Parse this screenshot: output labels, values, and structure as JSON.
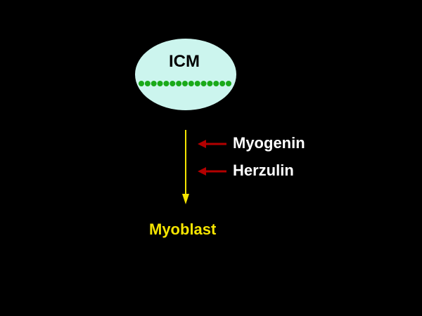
{
  "icm_label": "ICM",
  "regulators": [
    "Myogenin",
    "Herzulin"
  ],
  "target_label": "Myoblast",
  "dot_count": 15,
  "colors": {
    "background": "#000000",
    "ellipse": "#ccf5ee",
    "dots": "#1aaa1a",
    "main_arrow": "#f5e400",
    "inhibit_arrows": "#b30000",
    "text": "#ffffff",
    "target_text": "#f5e400"
  }
}
